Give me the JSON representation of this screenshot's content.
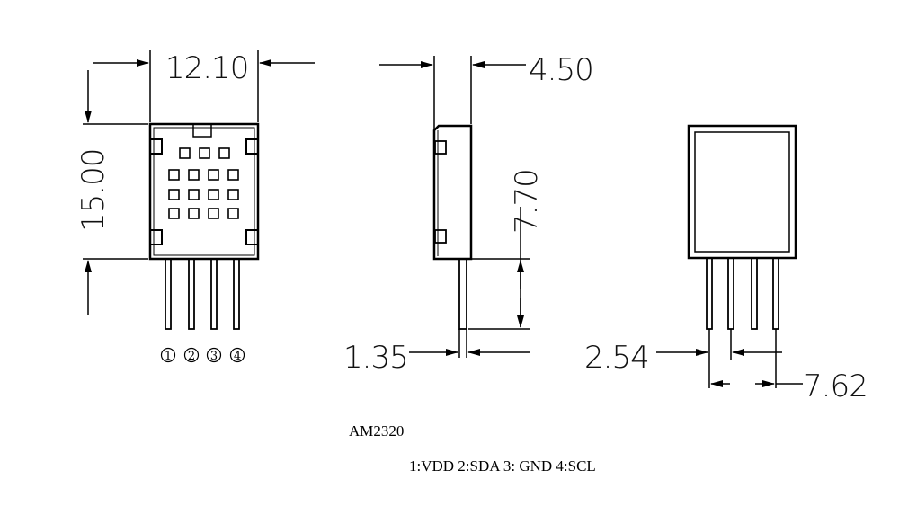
{
  "dimensions": {
    "front_width": "12.10",
    "front_height": "15.00",
    "side_depth": "4.50",
    "pin_length": "7.70",
    "pin_thickness": "1.35",
    "pin_pitch": "2.54",
    "pin_span": "7.62"
  },
  "pin_numbers": [
    "1",
    "2",
    "3",
    "4"
  ],
  "model": "AM2320",
  "pinout": "1:VDD 2:SDA 3: GND 4:SCL"
}
